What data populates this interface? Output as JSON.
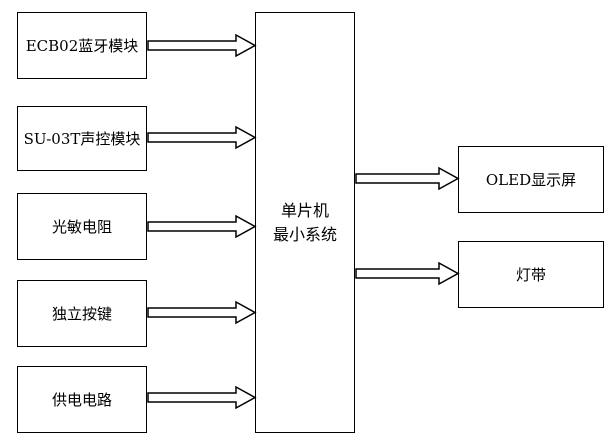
{
  "inputs": [
    {
      "label": "ECB02蓝牙模块"
    },
    {
      "label": "SU-03T声控模块"
    },
    {
      "label": "光敏电阻"
    },
    {
      "label": "独立按键"
    },
    {
      "label": "供电电路"
    }
  ],
  "mcu": {
    "line1": "单片机",
    "line2": "最小系统"
  },
  "outputs": [
    {
      "label": "OLED显示屏"
    },
    {
      "label": "灯带"
    }
  ]
}
